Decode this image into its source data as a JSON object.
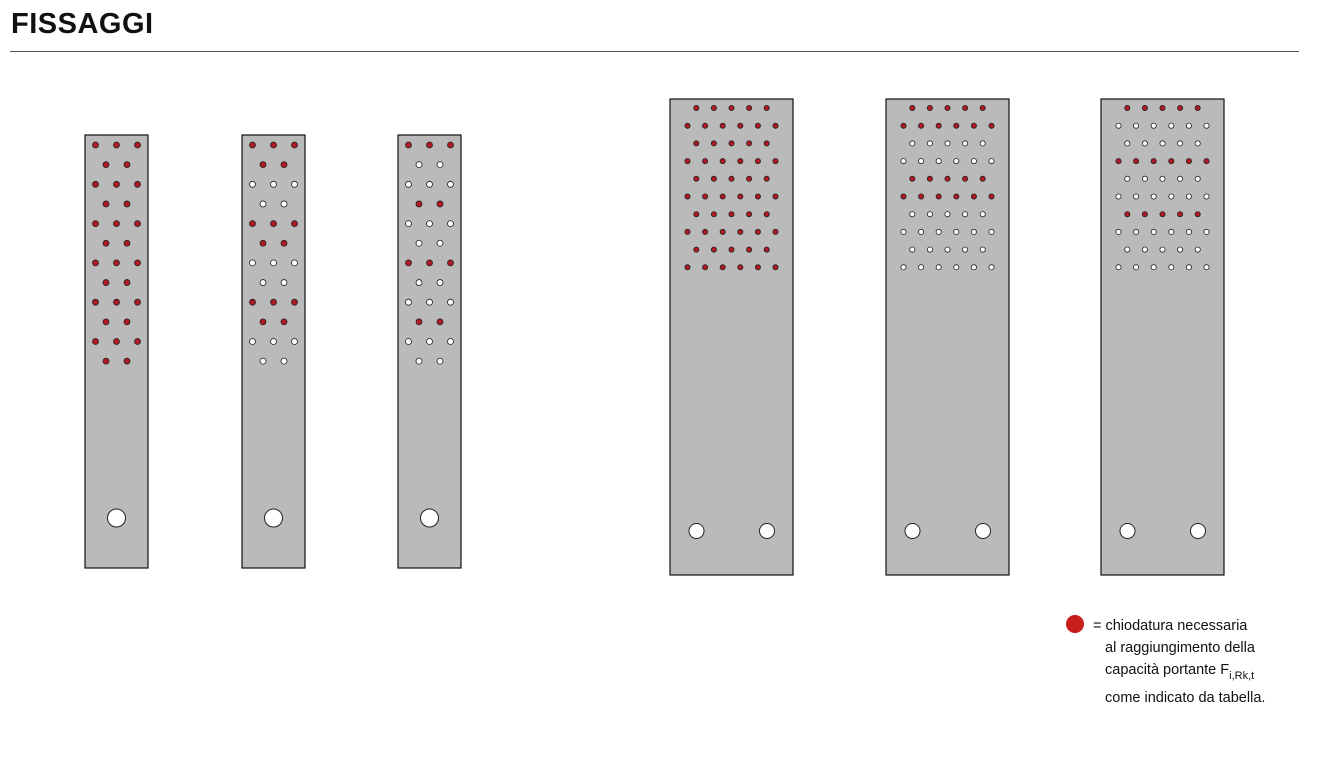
{
  "header": {
    "title": "FISSAGGI"
  },
  "colors": {
    "required": "#b01a24",
    "optional": "#ffffff",
    "plate": "#bababa"
  },
  "plates": [
    {
      "type": "narrow",
      "rows": [
        "rrr",
        "rr",
        "rrr",
        "rr",
        "rrr",
        "rr",
        "rrr",
        "rr",
        "rrr",
        "rr",
        "rrr",
        "rr"
      ]
    },
    {
      "type": "narrow",
      "rows": [
        "rrr",
        "rr",
        "www",
        "ww",
        "rrr",
        "rr",
        "www",
        "ww",
        "rrr",
        "rr",
        "www",
        "ww"
      ]
    },
    {
      "type": "narrow",
      "rows": [
        "rrr",
        "ww",
        "www",
        "rr",
        "www",
        "ww",
        "rrr",
        "ww",
        "www",
        "rr",
        "www",
        "ww"
      ]
    },
    {
      "type": "wide",
      "rows": [
        "rrrrr",
        "rrrrrr",
        "rrrrr",
        "rrrrrr",
        "rrrrr",
        "rrrrrr",
        "rrrrr",
        "rrrrrr",
        "rrrrr",
        "rrrrrr"
      ]
    },
    {
      "type": "wide",
      "rows": [
        "rrrrr",
        "rrrrrr",
        "wwwww",
        "wwwwww",
        "rrrrr",
        "rrrrrr",
        "wwwww",
        "wwwwww",
        "wwwww",
        "wwwwww"
      ]
    },
    {
      "type": "wide",
      "rows": [
        "rrrrr",
        "wwwwww",
        "wwwww",
        "rrrrrr",
        "wwwww",
        "wwwwww",
        "rrrrr",
        "wwwwww",
        "wwwww",
        "wwwwww"
      ]
    }
  ],
  "legend": {
    "prefix": "= chiodatura necessaria",
    "line2": "al raggiungimento della",
    "line3": "capacità portante F",
    "subscript": "i,Rk,t",
    "line4": "come indicato da tabella."
  }
}
